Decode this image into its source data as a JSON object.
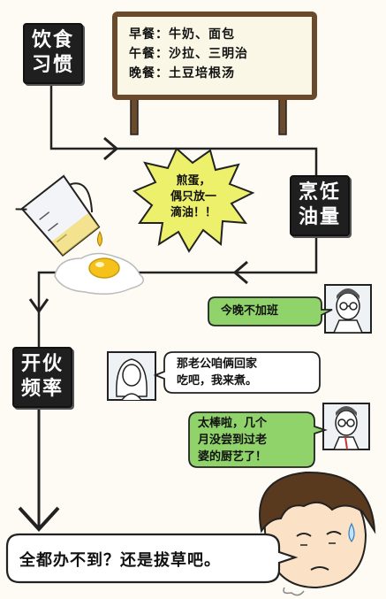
{
  "labels": {
    "diet": [
      "饮食",
      "习惯"
    ],
    "oil": [
      "烹饪",
      "油量"
    ],
    "cooking": [
      "开伙",
      "频率"
    ]
  },
  "board": {
    "lines": [
      "早餐：牛奶、面包",
      "午餐：沙拉、三明治",
      "晚餐：土豆培根汤"
    ]
  },
  "burst": {
    "lines": [
      "煎蛋，",
      "偶只放一",
      "滴油！！"
    ]
  },
  "bubbles": {
    "overtime": [
      "今晚不加班"
    ],
    "invite": [
      "那老公咱俩回家",
      "吃吧，我来煮。"
    ],
    "reply": [
      "太棒啦，几个",
      "月没尝到过老",
      "婆的厨艺了！"
    ]
  },
  "final": "全都办不到？还是拔草吧。",
  "colors": {
    "tag_bg": "#1f1f1f",
    "board_bg": "#fbf7e6",
    "wood": "#6b4a2b",
    "burst": "#ecf06a",
    "bubble_green": "#8fd36a",
    "yolk": "#f4c21a",
    "hair": "#5a3a1e",
    "skin": "#fbe2c7"
  }
}
